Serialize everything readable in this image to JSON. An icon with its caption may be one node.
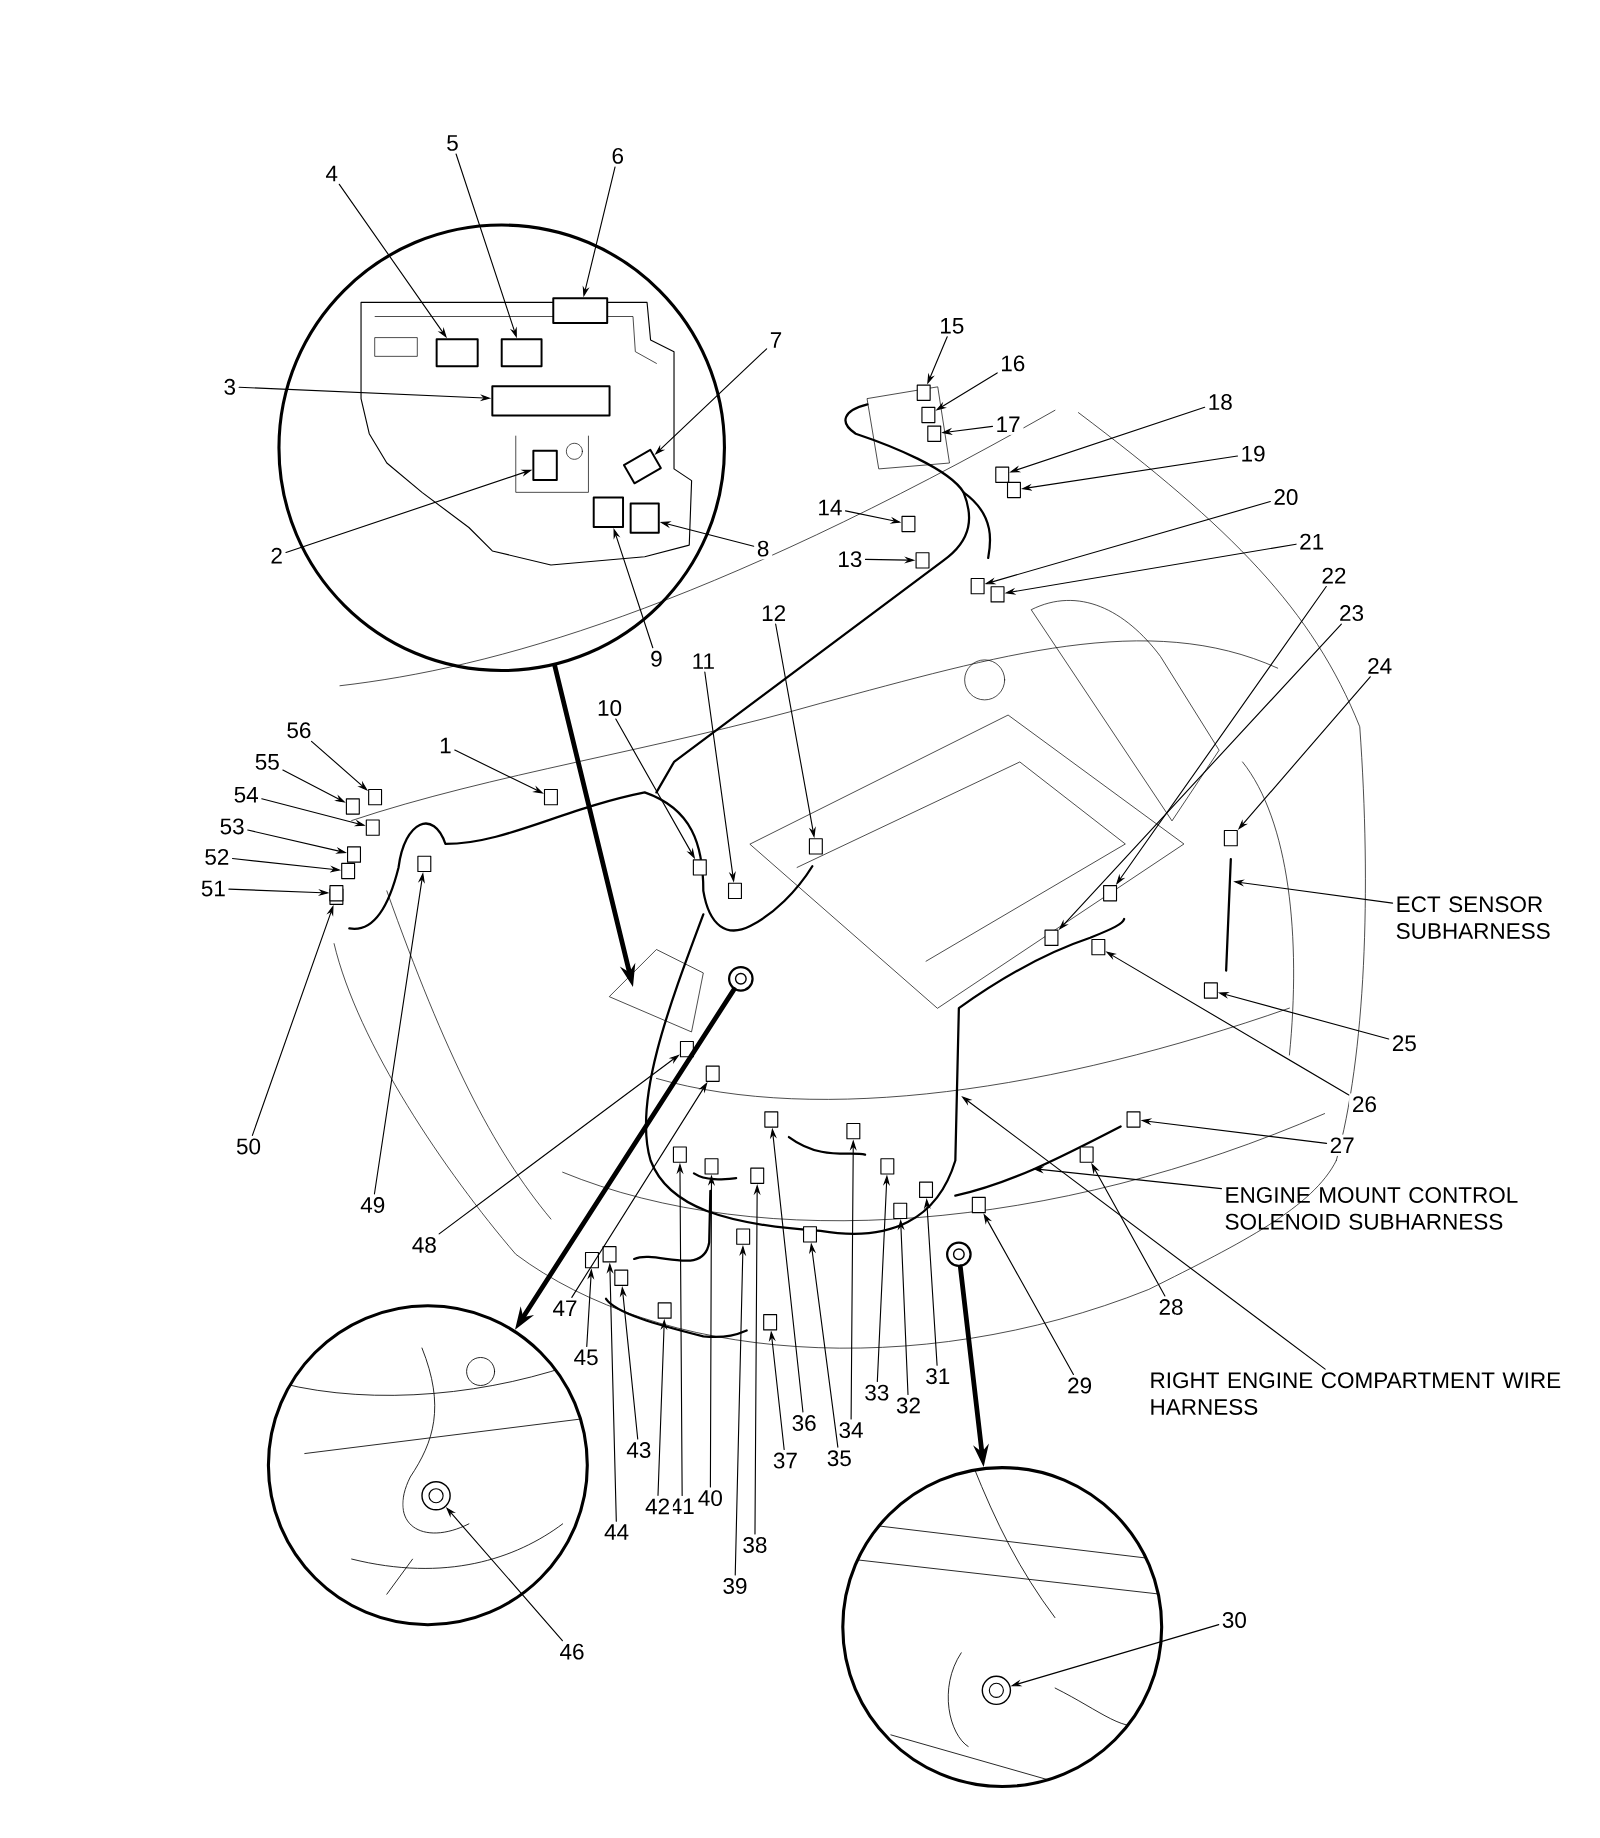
{
  "diagram": {
    "nodes": [
      {
        "text": [],
        "shape": "circle"
      },
      {
        "text": [],
        "shape": "circle"
      },
      {
        "text": [],
        "shape": "circle"
      },
      {
        "text": [],
        "shape": "circle"
      },
      {
        "text": [],
        "shape": "circle"
      },
      {
        "text": [
          "1"
        ]
      },
      {
        "text": [
          "2"
        ]
      },
      {
        "text": [
          "3"
        ]
      },
      {
        "text": [
          "4"
        ]
      },
      {
        "text": [
          "5"
        ]
      },
      {
        "text": [
          "6"
        ]
      },
      {
        "text": [
          "7"
        ]
      },
      {
        "text": [
          "8"
        ]
      },
      {
        "text": [
          "9"
        ]
      },
      {
        "text": [
          "10"
        ]
      },
      {
        "text": [
          "11"
        ]
      },
      {
        "text": [
          "12"
        ]
      },
      {
        "text": [
          "13"
        ]
      },
      {
        "text": [
          "14"
        ]
      },
      {
        "text": [
          "15"
        ]
      },
      {
        "text": [
          "16"
        ]
      },
      {
        "text": [
          "17"
        ]
      },
      {
        "text": [
          "18"
        ]
      },
      {
        "text": [
          "19"
        ]
      },
      {
        "text": [
          "20"
        ]
      },
      {
        "text": [
          "21"
        ]
      },
      {
        "text": [
          "22"
        ]
      },
      {
        "text": [
          "23"
        ]
      },
      {
        "text": [
          "24"
        ]
      },
      {
        "text": [
          "25"
        ]
      },
      {
        "text": [
          "26"
        ]
      },
      {
        "text": [
          "27"
        ]
      },
      {
        "text": [
          "28"
        ]
      },
      {
        "text": [
          "29"
        ]
      },
      {
        "text": [
          "30"
        ]
      },
      {
        "text": [
          "31"
        ]
      },
      {
        "text": [
          "32"
        ]
      },
      {
        "text": [
          "33"
        ]
      },
      {
        "text": [
          "34"
        ]
      },
      {
        "text": [
          "35"
        ]
      },
      {
        "text": [
          "36"
        ]
      },
      {
        "text": [
          "37"
        ]
      },
      {
        "text": [
          "38"
        ]
      },
      {
        "text": [
          "39"
        ]
      },
      {
        "text": [
          "40"
        ]
      },
      {
        "text": [
          "41"
        ]
      },
      {
        "text": [
          "42"
        ]
      },
      {
        "text": [
          "43"
        ]
      },
      {
        "text": [
          "44"
        ]
      },
      {
        "text": [
          "45"
        ]
      },
      {
        "text": [
          "46"
        ]
      },
      {
        "text": [
          "47"
        ]
      },
      {
        "text": [
          "48"
        ]
      },
      {
        "text": [
          "49"
        ]
      },
      {
        "text": [
          "50"
        ]
      },
      {
        "text": [
          "51"
        ]
      },
      {
        "text": [
          "52"
        ]
      },
      {
        "text": [
          "53"
        ]
      },
      {
        "text": [
          "54"
        ]
      },
      {
        "text": [
          "55"
        ]
      },
      {
        "text": [
          "56"
        ]
      },
      {
        "text": [
          "ECT SENSOR SUBHARNESS"
        ]
      },
      {
        "text": [
          "ENGINE MOUNT CONTROL SOLENOID SUBHARNESS"
        ]
      },
      {
        "text": [
          "RIGHT ENGINE COMPARTMENT WIRE HARNESS"
        ]
      },
      {
        "text": [],
        "shape": "box"
      },
      {
        "text": [],
        "shape": "box",
        "in": 0
      },
      {
        "text": [],
        "shape": "box",
        "in": 0
      },
      {
        "text": [],
        "shape": "box",
        "in": 0
      },
      {
        "text": [],
        "shape": "box",
        "in": 0
      },
      {
        "text": [],
        "shape": "box",
        "in": 0
      },
      {
        "text": [],
        "shape": "box",
        "in": 0
      },
      {
        "text": [],
        "shape": "box",
        "in": 0
      },
      {
        "text": [],
        "shape": "box",
        "in": 0
      },
      {
        "text": [],
        "shape": "box"
      },
      {
        "text": [],
        "shape": "box"
      },
      {
        "text": [],
        "shape": "box"
      },
      {
        "text": [],
        "shape": "box"
      },
      {
        "text": [],
        "shape": "box"
      },
      {
        "text": [],
        "shape": "box"
      },
      {
        "text": [],
        "shape": "box"
      },
      {
        "text": [],
        "shape": "box"
      },
      {
        "text": [],
        "shape": "box"
      },
      {
        "text": [],
        "shape": "box"
      },
      {
        "text": [],
        "shape": "box"
      },
      {
        "text": [],
        "shape": "box"
      },
      {
        "text": [],
        "shape": "box"
      },
      {
        "text": [],
        "shape": "box"
      },
      {
        "text": [],
        "shape": "box"
      },
      {
        "text": [],
        "shape": "box"
      },
      {
        "text": [],
        "shape": "box"
      },
      {
        "text": [],
        "shape": "box"
      },
      {
        "text": [],
        "shape": "box"
      },
      {
        "text": [],
        "shape": "box"
      },
      {
        "text": [],
        "shape": "circle",
        "in": 2
      },
      {
        "text": [],
        "shape": "box"
      },
      {
        "text": [],
        "shape": "box"
      },
      {
        "text": [],
        "shape": "box"
      },
      {
        "text": [],
        "shape": "box"
      },
      {
        "text": [],
        "shape": "box"
      },
      {
        "text": [],
        "shape": "box"
      },
      {
        "text": [],
        "shape": "box"
      },
      {
        "text": [],
        "shape": "box"
      },
      {
        "text": [],
        "shape": "box"
      },
      {
        "text": [],
        "shape": "box"
      },
      {
        "text": [],
        "shape": "box"
      },
      {
        "text": [],
        "shape": "box"
      },
      {
        "text": [],
        "shape": "box"
      },
      {
        "text": [],
        "shape": "box"
      },
      {
        "text": [],
        "shape": "box"
      },
      {
        "text": [],
        "shape": "circle",
        "in": 1
      },
      {
        "text": [],
        "shape": "box"
      },
      {
        "text": [],
        "shape": "box"
      },
      {
        "text": [],
        "shape": "box"
      },
      {
        "text": [],
        "shape": "box"
      },
      {
        "text": [],
        "shape": "box"
      },
      {
        "text": [],
        "shape": "box"
      },
      {
        "text": [],
        "shape": "box"
      },
      {
        "text": [],
        "shape": "box"
      },
      {
        "text": [],
        "shape": "box"
      },
      {
        "text": [],
        "shape": "box"
      }
    ],
    "edges": [
      {
        "from": 3,
        "to": 1,
        "arrow": "to",
        "style": "thick"
      },
      {
        "from": 4,
        "to": 2,
        "arrow": "to",
        "style": "thick"
      },
      {
        "from": 0,
        "to": null,
        "arrow": "to",
        "style": "thick"
      },
      {
        "from": 5,
        "to": 64,
        "arrow": "to"
      },
      {
        "from": 6,
        "to": 65,
        "arrow": "to"
      },
      {
        "from": 7,
        "to": 66,
        "arrow": "to"
      },
      {
        "from": 8,
        "to": 67,
        "arrow": "to"
      },
      {
        "from": 9,
        "to": 68,
        "arrow": "to"
      },
      {
        "from": 10,
        "to": 69,
        "arrow": "to"
      },
      {
        "from": 11,
        "to": 70,
        "arrow": "to"
      },
      {
        "from": 12,
        "to": 71,
        "arrow": "to"
      },
      {
        "from": 13,
        "to": 72,
        "arrow": "to"
      },
      {
        "from": 14,
        "to": 73,
        "arrow": "to"
      },
      {
        "from": 15,
        "to": 74,
        "arrow": "to"
      },
      {
        "from": 16,
        "to": 75,
        "arrow": "to"
      },
      {
        "from": 17,
        "to": 76,
        "arrow": "to"
      },
      {
        "from": 18,
        "to": 77,
        "arrow": "to"
      },
      {
        "from": 19,
        "to": 78,
        "arrow": "to"
      },
      {
        "from": 20,
        "to": 79,
        "arrow": "to"
      },
      {
        "from": 21,
        "to": 80,
        "arrow": "to"
      },
      {
        "from": 22,
        "to": 81,
        "arrow": "to"
      },
      {
        "from": 23,
        "to": 82,
        "arrow": "to"
      },
      {
        "from": 24,
        "to": 83,
        "arrow": "to"
      },
      {
        "from": 25,
        "to": 84,
        "arrow": "to"
      },
      {
        "from": 26,
        "to": 85,
        "arrow": "to"
      },
      {
        "from": 27,
        "to": 86,
        "arrow": "to"
      },
      {
        "from": 28,
        "to": 87,
        "arrow": "to"
      },
      {
        "from": 29,
        "to": 88,
        "arrow": "to"
      },
      {
        "from": 30,
        "to": 89,
        "arrow": "to"
      },
      {
        "from": 31,
        "to": 90,
        "arrow": "to"
      },
      {
        "from": 32,
        "to": 91,
        "arrow": "to"
      },
      {
        "from": 33,
        "to": 92,
        "arrow": "to"
      },
      {
        "from": 34,
        "to": 93,
        "arrow": "to"
      },
      {
        "from": 35,
        "to": 94,
        "arrow": "to"
      },
      {
        "from": 36,
        "to": 95,
        "arrow": "to"
      },
      {
        "from": 37,
        "to": 96,
        "arrow": "to"
      },
      {
        "from": 38,
        "to": 97,
        "arrow": "to"
      },
      {
        "from": 39,
        "to": 98,
        "arrow": "to"
      },
      {
        "from": 40,
        "to": 99,
        "arrow": "to"
      },
      {
        "from": 41,
        "to": 100,
        "arrow": "to"
      },
      {
        "from": 42,
        "to": 101,
        "arrow": "to"
      },
      {
        "from": 43,
        "to": 102,
        "arrow": "to"
      },
      {
        "from": 44,
        "to": 103,
        "arrow": "to"
      },
      {
        "from": 45,
        "to": 104,
        "arrow": "to"
      },
      {
        "from": 46,
        "to": 105,
        "arrow": "to"
      },
      {
        "from": 47,
        "to": 106,
        "arrow": "to"
      },
      {
        "from": 48,
        "to": 107,
        "arrow": "to"
      },
      {
        "from": 49,
        "to": 108,
        "arrow": "to"
      },
      {
        "from": 50,
        "to": 109,
        "arrow": "to"
      },
      {
        "from": 51,
        "to": 110,
        "arrow": "to"
      },
      {
        "from": 52,
        "to": 111,
        "arrow": "to"
      },
      {
        "from": 53,
        "to": 112,
        "arrow": "to"
      },
      {
        "from": 54,
        "to": 113,
        "arrow": "to"
      },
      {
        "from": 55,
        "to": 114,
        "arrow": "to"
      },
      {
        "from": 56,
        "to": 115,
        "arrow": "to"
      },
      {
        "from": 57,
        "to": 116,
        "arrow": "to"
      },
      {
        "from": 58,
        "to": 117,
        "arrow": "to"
      },
      {
        "from": 59,
        "to": 118,
        "arrow": "to"
      },
      {
        "from": 60,
        "to": 119,
        "arrow": "to"
      },
      {
        "from": 61,
        "to": null,
        "arrow": "to"
      },
      {
        "from": 62,
        "to": null,
        "arrow": "to"
      },
      {
        "from": 63,
        "to": null,
        "arrow": "to"
      }
    ]
  }
}
